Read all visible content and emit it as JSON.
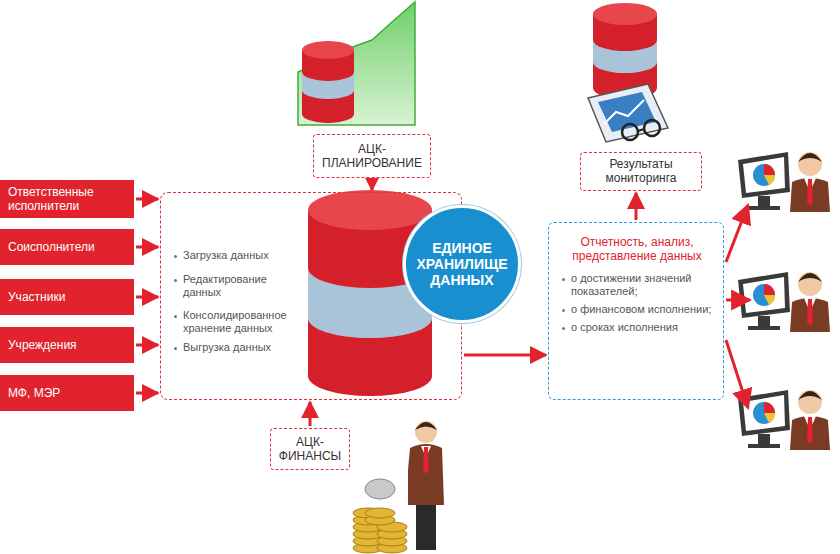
{
  "diagram": {
    "nodes": [
      {
        "text": [
          "АЦК- ПЛАНИРОВАНИЕ"
        ]
      },
      {
        "text": [
          "Ответственные исполнители"
        ]
      },
      {
        "text": [
          "Соисполнители"
        ]
      },
      {
        "text": [
          "Участники"
        ]
      },
      {
        "text": [
          "Учреждения"
        ]
      },
      {
        "text": [
          "МФ, МЭР"
        ]
      },
      {
        "text": [
          "Загрузка данных",
          "Редактирование данных",
          "Консолидированное хранение данных",
          "Выгрузка данных"
        ]
      },
      {
        "text": [
          "ЕДИНОЕ ХРАНИЛИЩЕ ДАННЫХ"
        ],
        "in": 6
      },
      {
        "text": [
          "Результаты мониторинга"
        ]
      },
      {
        "text": [
          "Отчетность, анализ, представление данных",
          "о достижении значений показателей;",
          "о финансовом исполнении;",
          "о сроках исполнения"
        ]
      },
      {
        "text": [
          "АЦК- ФИНАНСЫ"
        ]
      }
    ],
    "edges": [
      {
        "from": 0,
        "to": 6,
        "arrow": "to"
      },
      {
        "from": 1,
        "to": 6,
        "arrow": "to"
      },
      {
        "from": 2,
        "to": 6,
        "arrow": "to"
      },
      {
        "from": 3,
        "to": 6,
        "arrow": "to"
      },
      {
        "from": 4,
        "to": 6,
        "arrow": "to"
      },
      {
        "from": 5,
        "to": 6,
        "arrow": "to"
      },
      {
        "from": 10,
        "to": 6,
        "arrow": "to"
      },
      {
        "from": 6,
        "to": 9,
        "arrow": "to"
      },
      {
        "from": 9,
        "to": 8,
        "arrow": "to"
      }
    ]
  }
}
